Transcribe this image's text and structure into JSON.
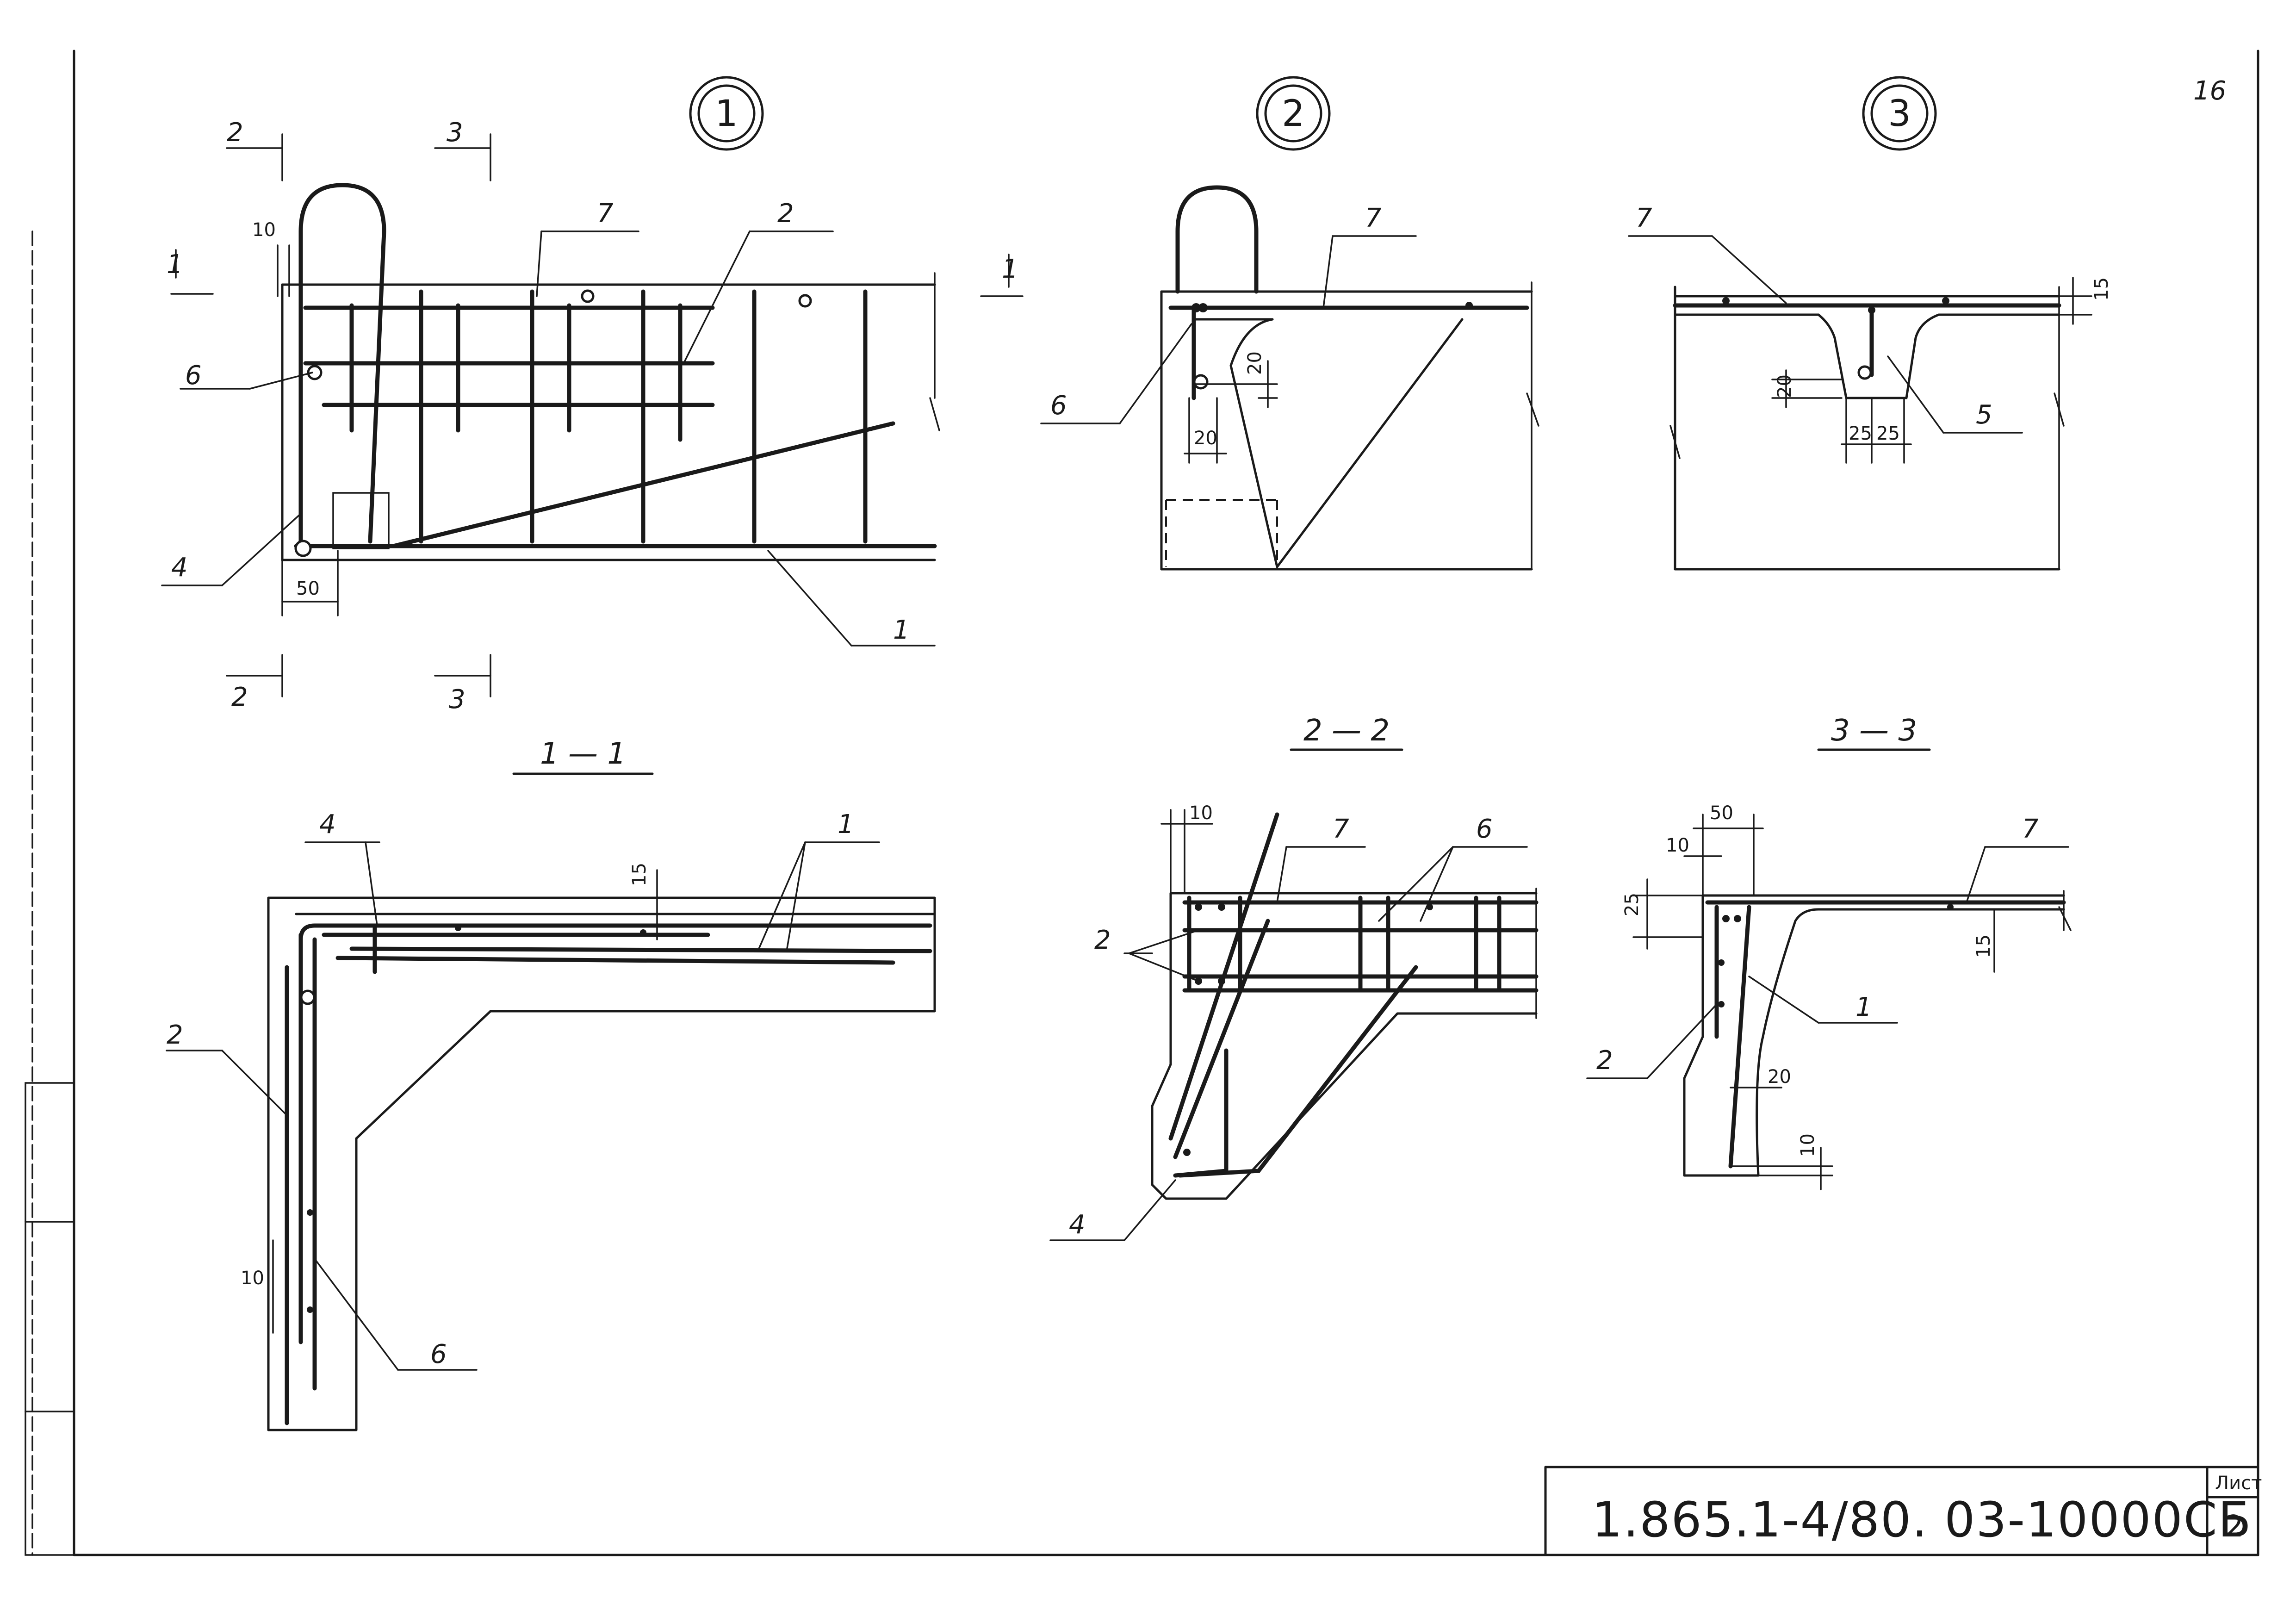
{
  "page": {
    "sheet_corner_number": "16"
  },
  "views": {
    "view1": {
      "marker": "1"
    },
    "view2": {
      "marker": "2"
    },
    "view3": {
      "marker": "3"
    }
  },
  "sections": {
    "s11": {
      "title": "1 — 1"
    },
    "s22": {
      "title": "2 — 2"
    },
    "s33": {
      "title": "3 — 3"
    }
  },
  "cut_marks": {
    "m1": "1",
    "m2": "2",
    "m3": "3"
  },
  "positions": {
    "p1": "1",
    "p2": "2",
    "p4": "4",
    "p5": "5",
    "p6": "6",
    "p7": "7"
  },
  "dimensions": {
    "d10": "10",
    "d15": "15",
    "d20": "20",
    "d25": "25",
    "d50": "50"
  },
  "title_block": {
    "document_code": "1.865.1-4/80. 03-10000СБ",
    "sheet_label": "Лист",
    "sheet_number": "2"
  }
}
